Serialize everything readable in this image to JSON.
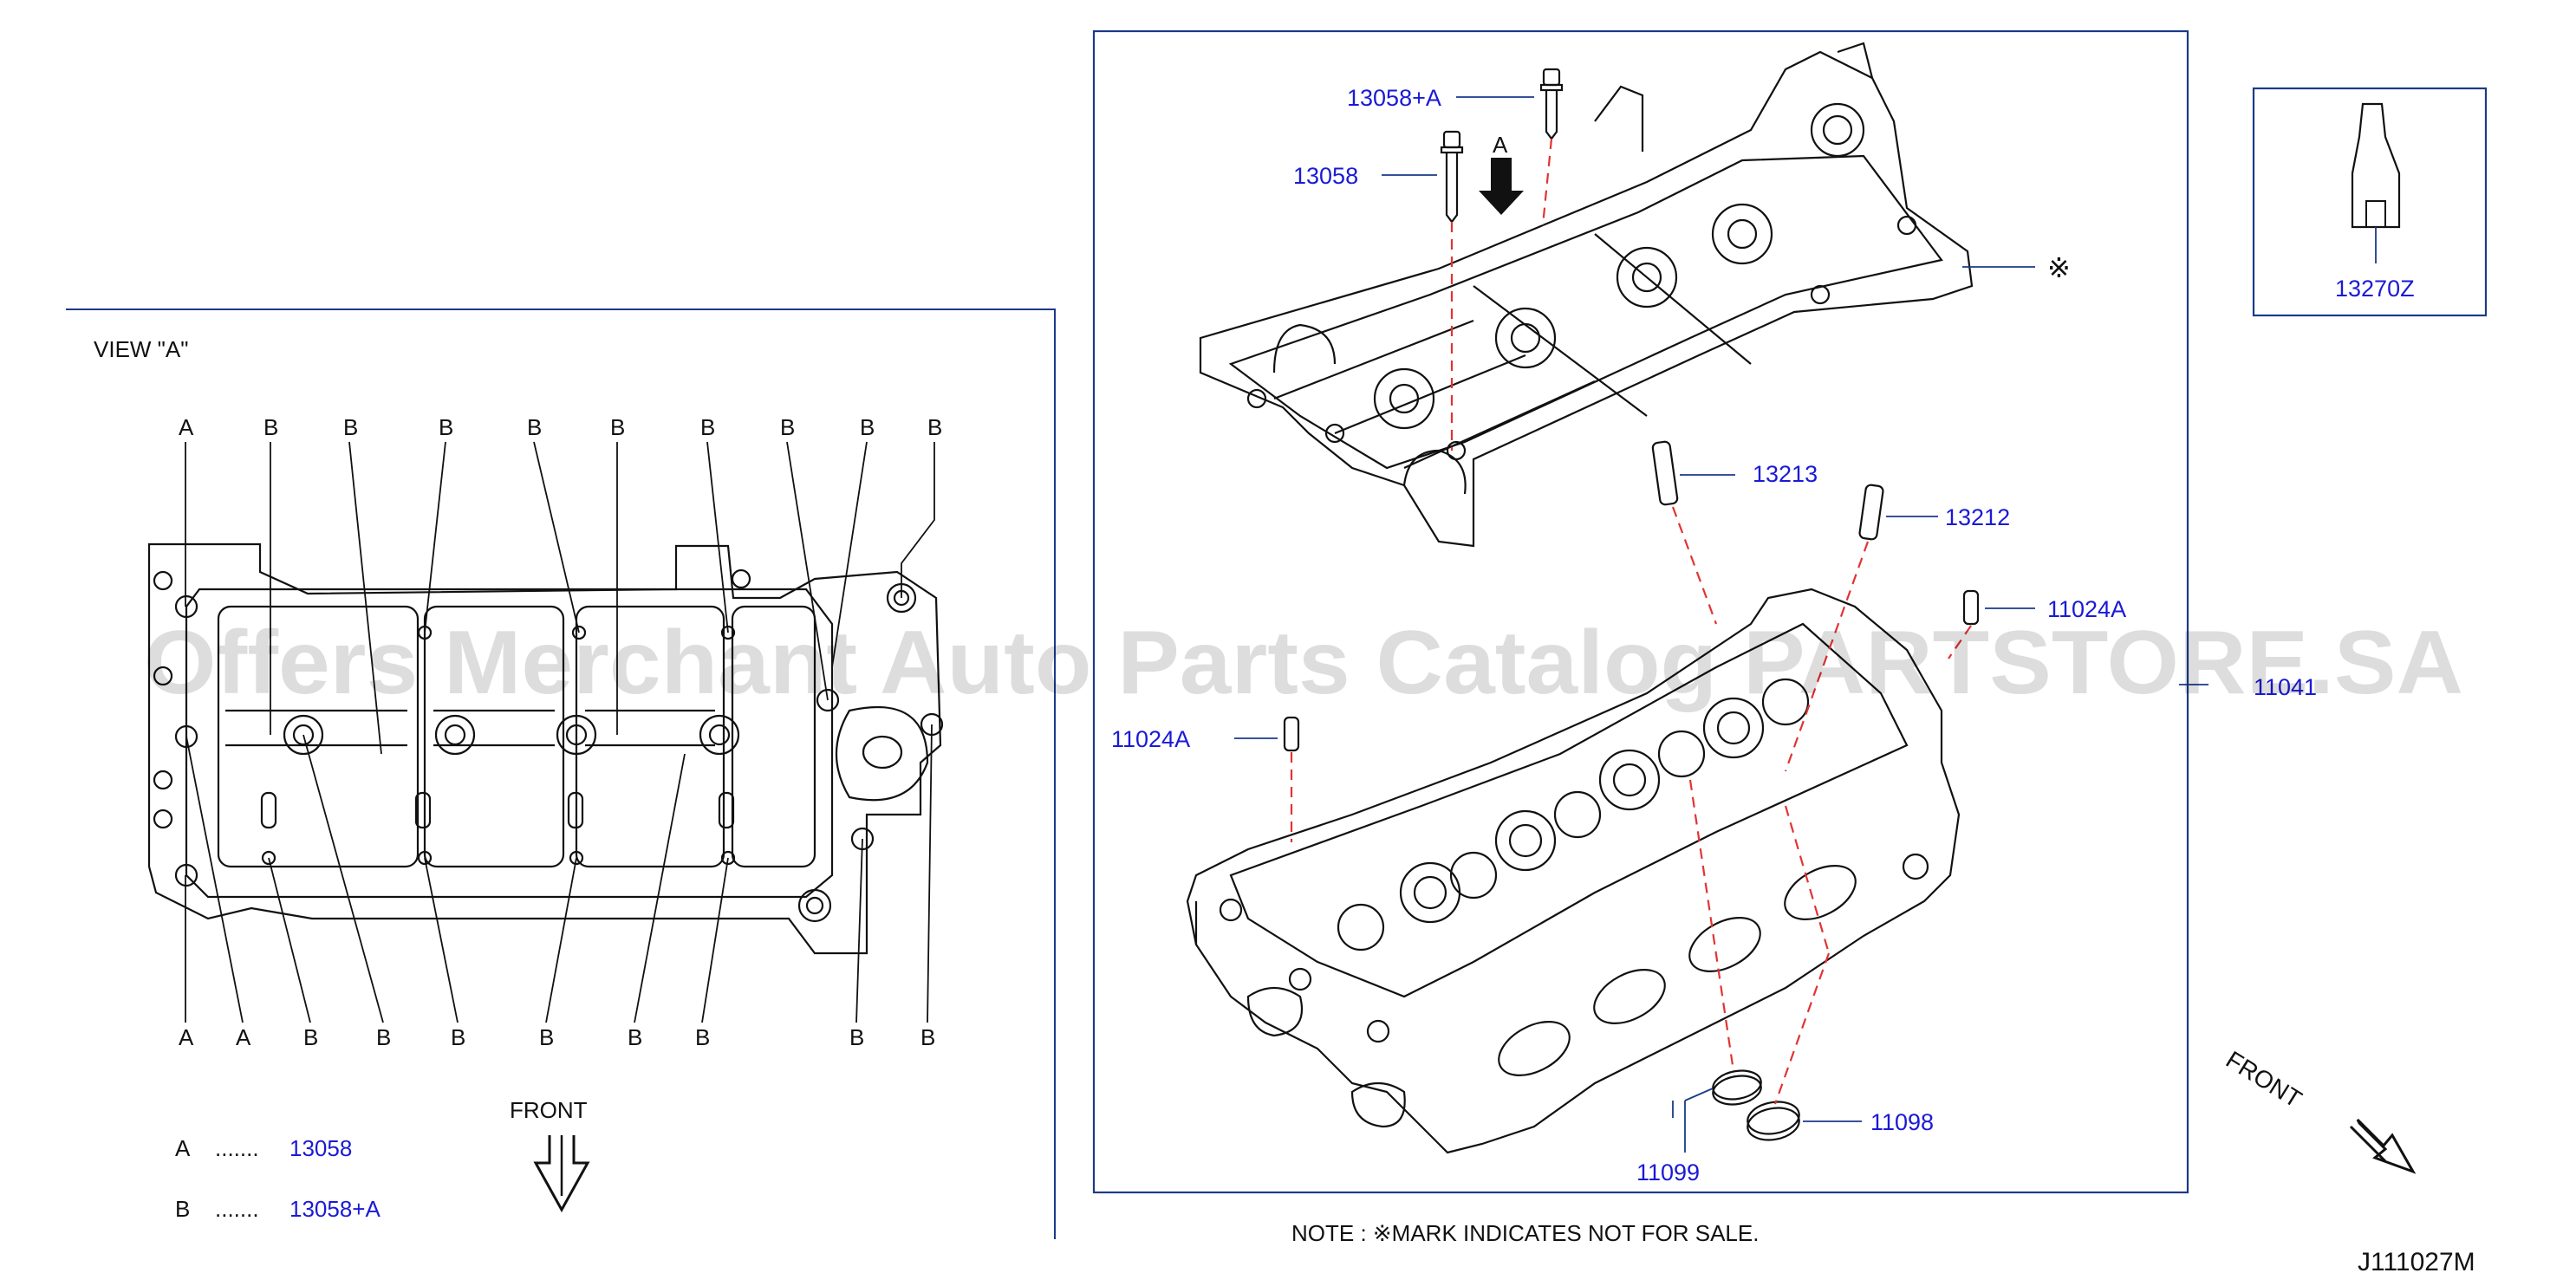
{
  "colors": {
    "ink": "#111111",
    "part_number": "#1a1ad6",
    "dash": "#e23333",
    "watermark": "#a0a0a0"
  },
  "watermark": "Offers Merchant Auto Parts Catalog PARTSTORE.SA",
  "view_a": {
    "title": "VIEW  \"A\"",
    "top_labels": [
      "A",
      "B",
      "B",
      "B",
      "B",
      "B",
      "B",
      "B",
      "B",
      "B"
    ],
    "bottom_labels": [
      "A",
      "A",
      "B",
      "B",
      "B",
      "B",
      "B",
      "B",
      "B",
      "B"
    ],
    "legend": [
      {
        "letter": "A",
        "dots": ".......",
        "part": "13058"
      },
      {
        "letter": "B",
        "dots": ".......",
        "part": "13058+A"
      }
    ],
    "front_label": "FRONT"
  },
  "main": {
    "view_arrow_label": "A",
    "callouts": {
      "bolt_a": "13058+A",
      "bolt": "13058",
      "not_for_sale_mark": "※",
      "guide_13213": "13213",
      "guide_13212": "13212",
      "dowel_right": "11024A",
      "head": "11041",
      "dowel_left": "11024A",
      "plug_11098": "11098",
      "plug_11099": "11099"
    },
    "note": "NOTE : ※MARK   INDICATES   NOT   FOR   SALE.",
    "front_label": "FRONT"
  },
  "tool_box": {
    "part": "13270Z"
  },
  "diagram_code": "J111027M"
}
